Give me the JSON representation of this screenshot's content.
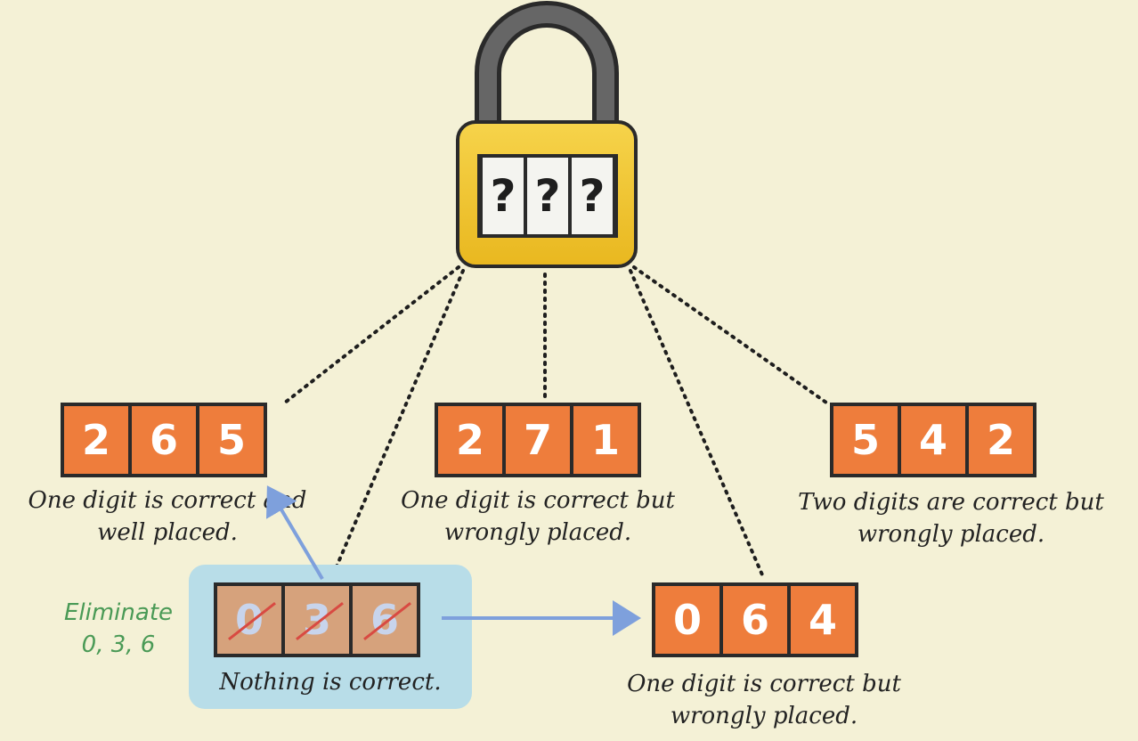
{
  "lock": {
    "digits": [
      "?",
      "?",
      "?"
    ],
    "body_color": "#f2c93a",
    "shackle_color": "#555555"
  },
  "clues": [
    {
      "digits": [
        "2",
        "6",
        "5"
      ],
      "text_line1": "One digit is correct and",
      "text_line2": "well placed.",
      "eliminated": false
    },
    {
      "digits": [
        "2",
        "7",
        "1"
      ],
      "text_line1": "One digit is correct but",
      "text_line2": "wrongly placed.",
      "eliminated": false
    },
    {
      "digits": [
        "5",
        "4",
        "2"
      ],
      "text_line1": "Two digits are correct but",
      "text_line2": "wrongly placed.",
      "eliminated": false
    },
    {
      "digits": [
        "0",
        "3",
        "6"
      ],
      "text_line1": "Nothing is correct.",
      "text_line2": "",
      "eliminated": true
    },
    {
      "digits": [
        "0",
        "6",
        "4"
      ],
      "text_line1": "One digit is correct but",
      "text_line2": "wrongly placed.",
      "eliminated": false
    }
  ],
  "annotation": {
    "line1": "Eliminate",
    "line2": "0, 3, 6",
    "color": "#4a9a56"
  },
  "colors": {
    "background": "#f4f1d6",
    "tile": "#ee7d3c",
    "tile_eliminated": "#d6a27c",
    "highlight": "#b8dde8",
    "arrow": "#7ea0dc",
    "strike": "#d84a42"
  }
}
